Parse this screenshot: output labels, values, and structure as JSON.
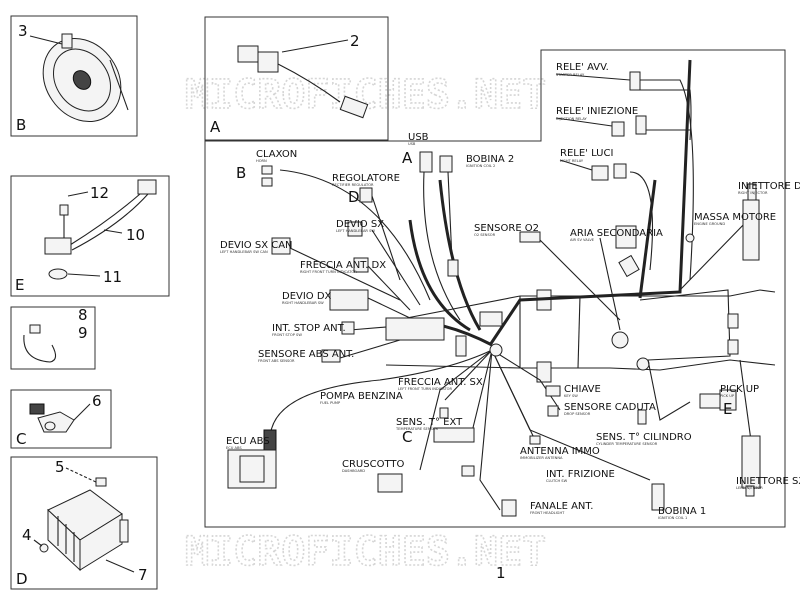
{
  "watermark": "MICROFICHES.NET",
  "panels": {
    "A": {
      "letter": "A",
      "number": "2"
    },
    "B": {
      "letter": "B",
      "number": "3"
    },
    "E": {
      "letter": "E",
      "numbers": [
        "12",
        "10",
        "11"
      ]
    },
    "clamp": {
      "numbers": [
        "8",
        "9"
      ]
    },
    "C": {
      "letter": "C",
      "number": "6"
    },
    "D": {
      "letter": "D",
      "numbers": [
        "5",
        "4",
        "7"
      ]
    }
  },
  "main": {
    "number": "1",
    "labels": {
      "rele_avv": {
        "title": "RELE' AVV.",
        "sub": "STARTER RELAY"
      },
      "rele_iniezione": {
        "title": "RELE' INIEZIONE",
        "sub": "INJECTION RELAY"
      },
      "rele_luci": {
        "title": "RELE' LUCI",
        "sub": "LIGHT RELAY"
      },
      "usb": {
        "title": "USB",
        "sub": "USB"
      },
      "bobina2": {
        "title": "BOBINA 2",
        "sub": "IGNITION COIL 2"
      },
      "claxon": {
        "title": "CLAXON",
        "sub": "HORN"
      },
      "regolatore": {
        "title": "REGOLATORE",
        "sub": "RECTIFIER REGULATOR"
      },
      "deviod_sx": {
        "title": "DEVIO SX",
        "sub": "LEFT HANDLEBAR SW"
      },
      "deviod_sx_can": {
        "title": "DEVIO SX CAN",
        "sub": "LEFT HANDLEBAR SW CAN"
      },
      "freccia_ant_dx": {
        "title": "FRECCIA ANT. DX",
        "sub": "RIGHT FRONT TURN INDICATOR"
      },
      "deviod_dx": {
        "title": "DEVIO DX",
        "sub": "RIGHT HANDLEBAR SW"
      },
      "int_stop_ant": {
        "title": "INT. STOP ANT.",
        "sub": "FRONT STOP SW"
      },
      "sensore_abs_ant": {
        "title": "SENSORE ABS ANT.",
        "sub": "FRONT ABS SENSOR"
      },
      "sensore_o2": {
        "title": "SENSORE O2",
        "sub": "O2 SENSOR"
      },
      "aria_secondaria": {
        "title": "ARIA SECONDARIA",
        "sub": "AIR SV VALVE"
      },
      "massa_motore": {
        "title": "MASSA MOTORE",
        "sub": "ENGINE GROUND"
      },
      "iniettore_dx": {
        "title": "INIETTORE DX",
        "sub": "RIGHT INJECTOR"
      },
      "iniettore_sx": {
        "title": "INIETTORE SX",
        "sub": "LEFT INJECTOR"
      },
      "freccia_ant_sx": {
        "title": "FRECCIA ANT. SX",
        "sub": "LEFT FRONT TURN INDICATOR"
      },
      "pompa_benzina": {
        "title": "POMPA BENZINA",
        "sub": "FUEL PUMP"
      },
      "chiave": {
        "title": "CHIAVE",
        "sub": "KEY SW"
      },
      "sensore_caduta": {
        "title": "SENSORE CADUTA",
        "sub": "DROP SENSOR"
      },
      "sens_t_ext": {
        "title": "SENS. T° EXT",
        "sub": "TEMPERATURE SENSOR"
      },
      "ecu_abs": {
        "title": "ECU ABS",
        "sub": "ECU ABS"
      },
      "antenna_immo": {
        "title": "ANTENNA IMMO",
        "sub": "IMMOBILIZER ANTENNA"
      },
      "sens_t_cilindro": {
        "title": "SENS. T° CILINDRO",
        "sub": "CYLINDER TEMPERATURE SENSOR"
      },
      "pick_up": {
        "title": "PICK UP",
        "sub": "PICK UP"
      },
      "int_frizione": {
        "title": "INT. FRIZIONE",
        "sub": "CLUTCH SW"
      },
      "cruscotto": {
        "title": "CRUSCOTTO",
        "sub": "DASHBOARD"
      },
      "fanale_ant": {
        "title": "FANALE ANT.",
        "sub": "FRONT HEADLIGHT"
      },
      "bobina1": {
        "title": "BOBINA 1",
        "sub": "IGNITION COIL 1"
      }
    },
    "callouts": {
      "A": "A",
      "B": "B",
      "C": "C",
      "D": "D",
      "E": "E"
    }
  }
}
